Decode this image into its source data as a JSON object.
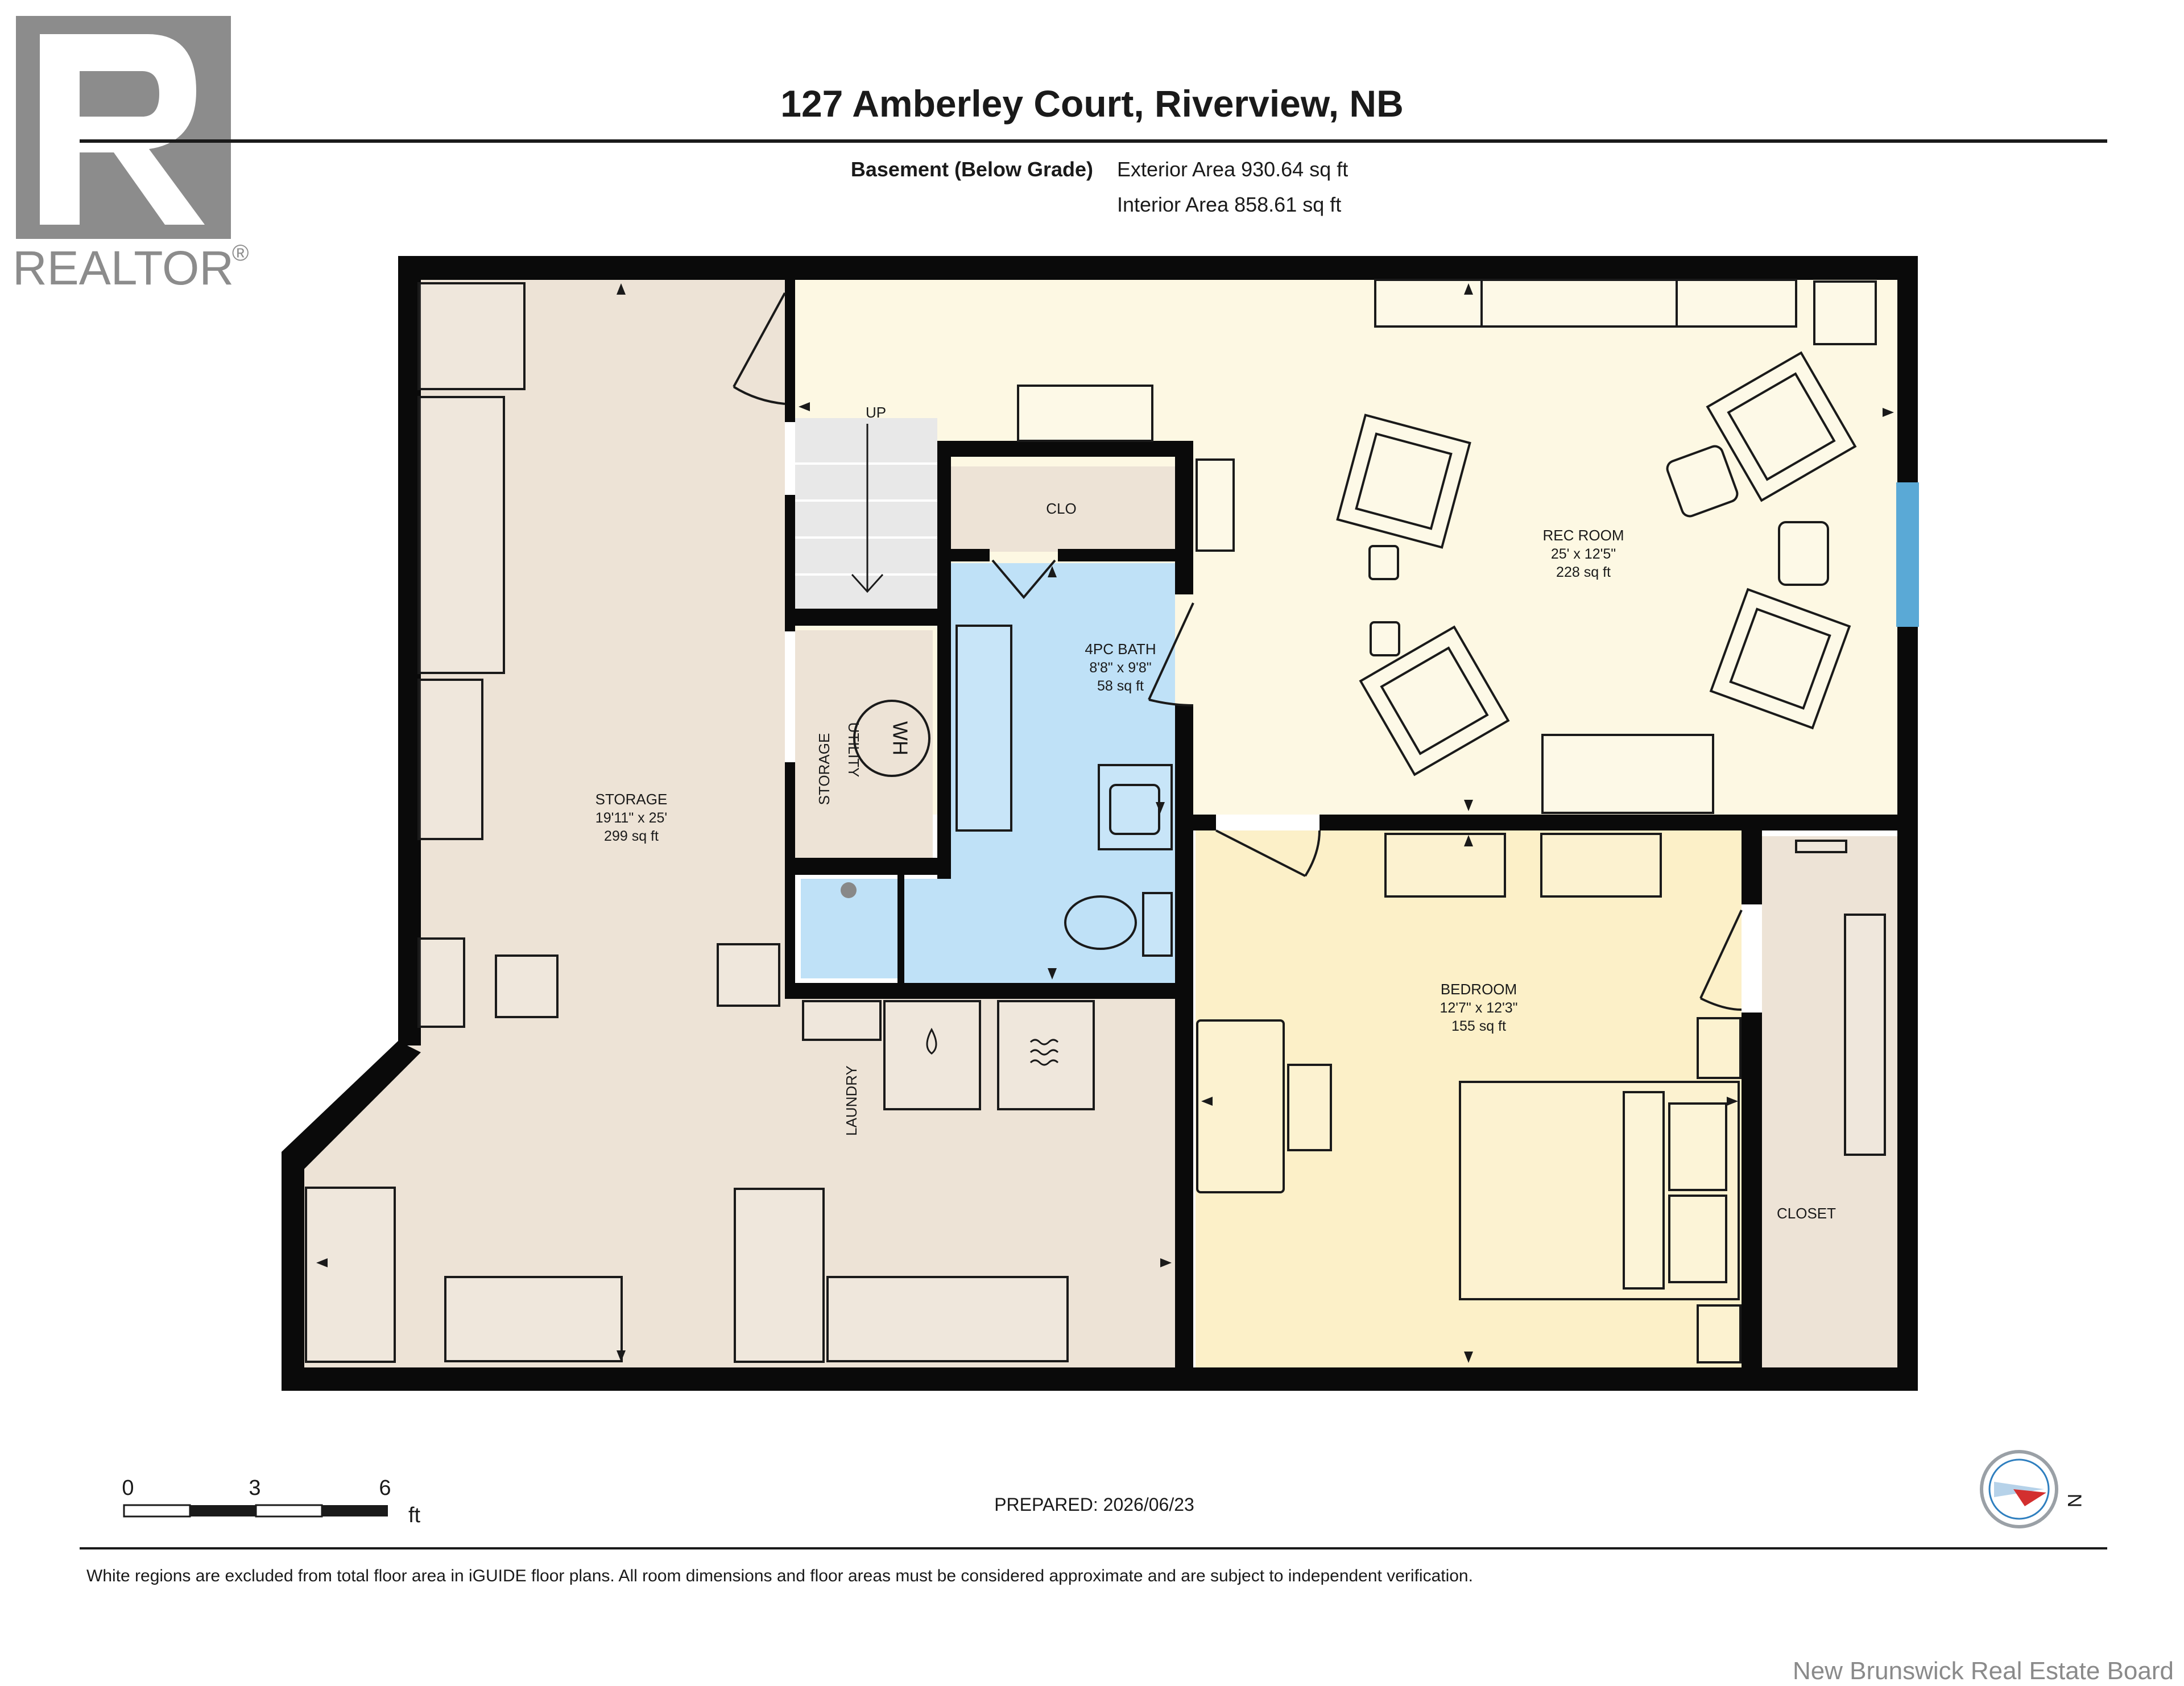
{
  "header": {
    "title": "127 Amberley Court, Riverview, NB",
    "level": "Basement (Below Grade)",
    "exterior_area": "Exterior Area 930.64 sq ft",
    "interior_area": "Interior Area 858.61 sq ft"
  },
  "logo": {
    "text": "REALTOR",
    "mark": "®"
  },
  "rooms": {
    "storage": {
      "name": "STORAGE",
      "dims": "19'11\" x 25'",
      "area": "299 sq ft"
    },
    "rec_room": {
      "name": "REC ROOM",
      "dims": "25' x 12'5\"",
      "area": "228 sq ft"
    },
    "bath": {
      "name": "4PC BATH",
      "dims": "8'8\" x 9'8\"",
      "area": "58 sq ft"
    },
    "bedroom": {
      "name": "BEDROOM",
      "dims": "12'7\" x 12'3\"",
      "area": "155 sq ft"
    },
    "closet": {
      "name": "CLOSET"
    },
    "clo": {
      "name": "CLO"
    },
    "storage_small": {
      "name": "STORAGE"
    },
    "utility": {
      "name": "UTILITY"
    },
    "laundry": {
      "name": "LAUNDRY"
    },
    "stairs": {
      "name": "UP"
    },
    "water_heater": {
      "name": "WH"
    }
  },
  "scale_bar": {
    "ticks": [
      "0",
      "3",
      "6"
    ],
    "unit": "ft"
  },
  "prepared": "PREPARED: 2026/06/23",
  "north_label": "N",
  "disclaimer": "White regions are excluded from total floor area in iGUIDE floor plans. All room dimensions and floor areas must be considered approximate and are subject to independent verification.",
  "watermark": "New Brunswick Real Estate Board",
  "colors": {
    "storage": "#ede3d6",
    "rec_room": "#fdf8e3",
    "bath": "#bfe1f7",
    "bedroom": "#fcf0c8",
    "closet": "#ede3d6",
    "wall": "#0a0a0a",
    "stairs": "#e8e8e8",
    "window": "#5aa9d6"
  }
}
